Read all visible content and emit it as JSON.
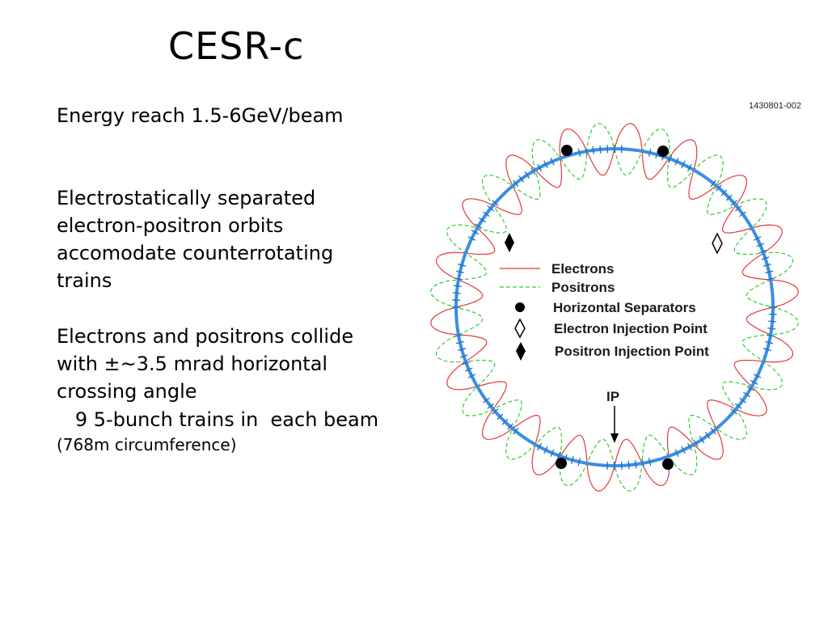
{
  "slide": {
    "title": "CESR-c",
    "line1": "Energy reach 1.5-6GeV/beam",
    "para2": [
      "Electrostatically separated",
      "electron-positron orbits",
      "accomodate counterrotating",
      "trains"
    ],
    "para3": [
      "Electrons and positrons collide",
      "with ±~3.5 mrad horizontal",
      "crossing angle"
    ],
    "trains": "   9 5-bunch trains in  each beam",
    "circumference": "(768m circumference)"
  },
  "diagram": {
    "figure_code": "1430801-002",
    "ip_label": "IP",
    "legend": {
      "electrons": "Electrons",
      "positrons": "Positrons",
      "separators": "Horizontal Separators",
      "electron_injection": "Electron Injection Point",
      "positron_injection": "Positron Injection Point"
    },
    "colors": {
      "electrons": "#e23b3b",
      "positrons": "#2fcf2f",
      "ring": "#3a8fe0",
      "markers": "#000000"
    }
  }
}
